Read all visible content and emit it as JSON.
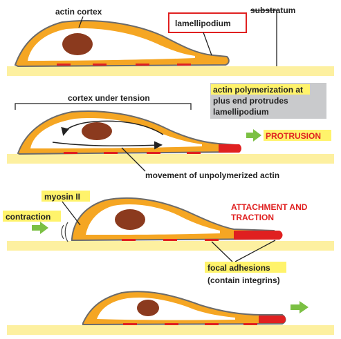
{
  "colors": {
    "cortex_orange": "#f5a623",
    "cell_outline": "#6b6b6b",
    "nucleus": "#8b3a1e",
    "substratum": "#fdf0a0",
    "red_accent": "#e02020",
    "arrow_green": "#7bc043",
    "highlight_yellow": "#fff36b",
    "gray_box": "#c9cacc",
    "text_dark": "#222222"
  },
  "panel1": {
    "actin_cortex": "actin cortex",
    "lamellipodium": "lamellipodium",
    "substratum": "substratum"
  },
  "panel2": {
    "cortex_under_tension": "cortex under tension",
    "polymerization_highlight": "actin polymerization",
    "polymerization_line1_rest": " at",
    "polymerization_line2": "plus end protrudes",
    "polymerization_line3": "lamellipodium",
    "protrusion": "PROTRUSION",
    "movement": "movement of unpolymerized actin"
  },
  "panel3": {
    "myosin": "myosin II",
    "contraction": "contraction",
    "attachment_line1": "ATTACHMENT AND",
    "attachment_line2": "TRACTION",
    "focal_adhesions": "focal adhesions",
    "contain_integrins": "(contain integrins)"
  }
}
